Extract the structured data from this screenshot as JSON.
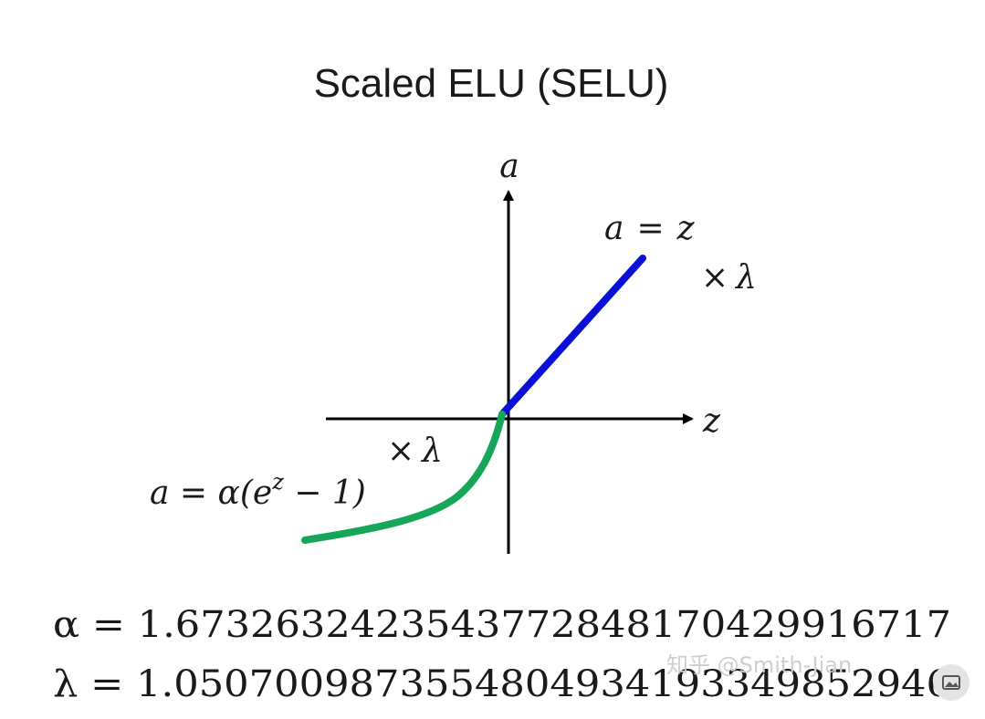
{
  "title": "Scaled ELU (SELU)",
  "axes": {
    "y_label": "a",
    "x_label": "z"
  },
  "positive_branch": {
    "formula_lhs": "a",
    "formula_eq": "=",
    "formula_rhs": "z",
    "scale_times": "×",
    "scale_symbol": "λ",
    "color": "#0a10d8"
  },
  "negative_branch": {
    "formula_prefix": "a = α(e",
    "formula_exponent": "z",
    "formula_suffix": " − 1)",
    "scale_times": "×",
    "scale_symbol": "λ",
    "color": "#17a659"
  },
  "constants": {
    "alpha_line": "α = 1.6732632423543772848170429916717",
    "lambda_line": "λ = 1.0507009873554804934193349852946"
  },
  "watermark": {
    "text": "知乎 @Smith-Jian",
    "icon": "image-icon"
  }
}
